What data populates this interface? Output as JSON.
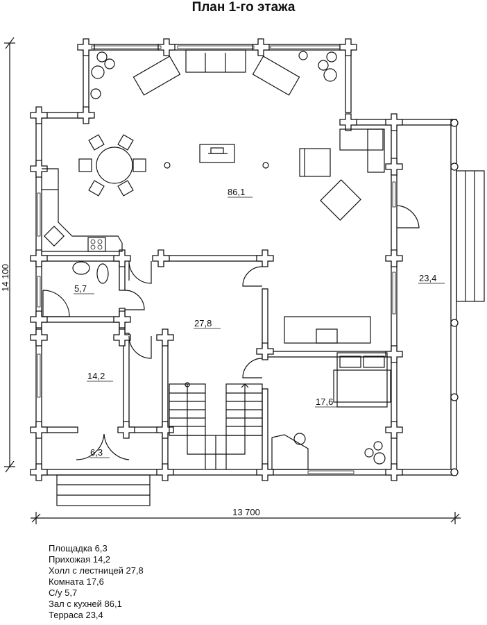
{
  "title": "План 1-го этажа",
  "dimensions": {
    "width_label": "13 700",
    "height_label": "14 100"
  },
  "rooms": [
    {
      "id": "hall-kitchen",
      "area": "86,1"
    },
    {
      "id": "toilet",
      "area": "5,7"
    },
    {
      "id": "stair-hall",
      "area": "27,8"
    },
    {
      "id": "entry",
      "area": "14,2"
    },
    {
      "id": "porch",
      "area": "6,3"
    },
    {
      "id": "terrace",
      "area": "23,4"
    },
    {
      "id": "bedroom",
      "area": "17,6"
    }
  ],
  "legend": [
    "Площадка 6,3",
    "Прихожая 14,2",
    "Холл с лестницей 27,8",
    "Комната 17,6",
    "С/у 5,7",
    "Зал с кухней 86,1",
    "Терраса 23,4"
  ]
}
